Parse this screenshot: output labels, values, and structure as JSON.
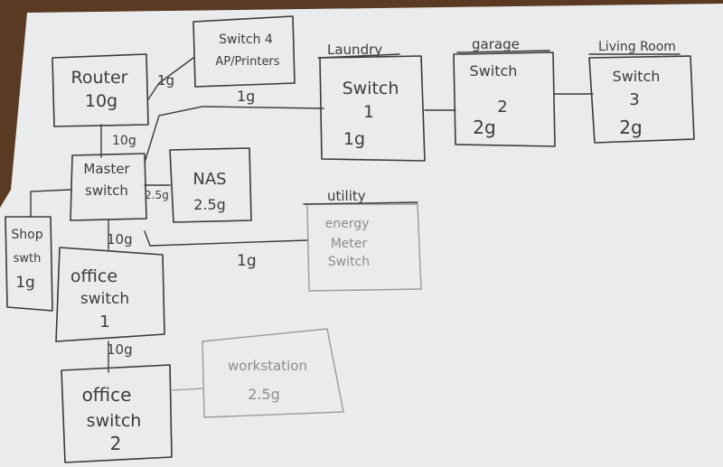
{
  "nodes": {
    "router": {
      "lines": [
        "Router",
        "10g"
      ]
    },
    "switch4": {
      "lines": [
        "Switch 4",
        "AP/Printers"
      ]
    },
    "laundry": {
      "heading": "Laundry",
      "lines": [
        "Switch",
        "1",
        "1g"
      ]
    },
    "garage": {
      "heading": "garage",
      "lines": [
        "Switch",
        "2",
        "2g"
      ]
    },
    "living": {
      "heading": "Living Room",
      "lines": [
        "Switch",
        "3",
        "2g"
      ]
    },
    "master": {
      "lines": [
        "Master",
        "switch"
      ]
    },
    "nas": {
      "lines": [
        "NAS",
        "2.5g"
      ]
    },
    "utility": {
      "heading": "utility",
      "lines": [
        "energy",
        "Meter",
        "Switch"
      ]
    },
    "shop": {
      "lines": [
        "Shop",
        "swth",
        "1g"
      ]
    },
    "office1": {
      "lines": [
        "office",
        "switch",
        "1"
      ]
    },
    "office2": {
      "lines": [
        "office",
        "switch",
        "2"
      ]
    },
    "workstation": {
      "lines": [
        "workstation",
        "2.5g"
      ]
    }
  },
  "links": {
    "router_master": "10g",
    "router_switch4": "1g",
    "master_laundry": "1g",
    "master_nas": "2.5g",
    "master_office1": "10g",
    "master_utility": "1g",
    "office1_office2": "10g"
  }
}
